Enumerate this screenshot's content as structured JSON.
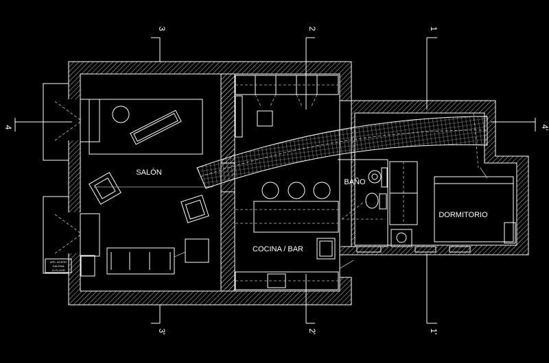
{
  "rooms": {
    "salon": "SALÓN",
    "cocina_bar": "COCINA / BAR",
    "bano": "BAÑO",
    "dormitorio": "DORMITORIO"
  },
  "section_marks": {
    "top": [
      "3",
      "2",
      "1"
    ],
    "bottom": [
      "3'",
      "2'",
      "1'"
    ],
    "left": "4",
    "right": "4'"
  },
  "plaque": [
    "APE. ACERO",
    "GALERIA",
    "12 FLOOR"
  ],
  "colors": {
    "background": "#000000",
    "lines": "#ffffff",
    "hatch": "#c8c8c8"
  }
}
